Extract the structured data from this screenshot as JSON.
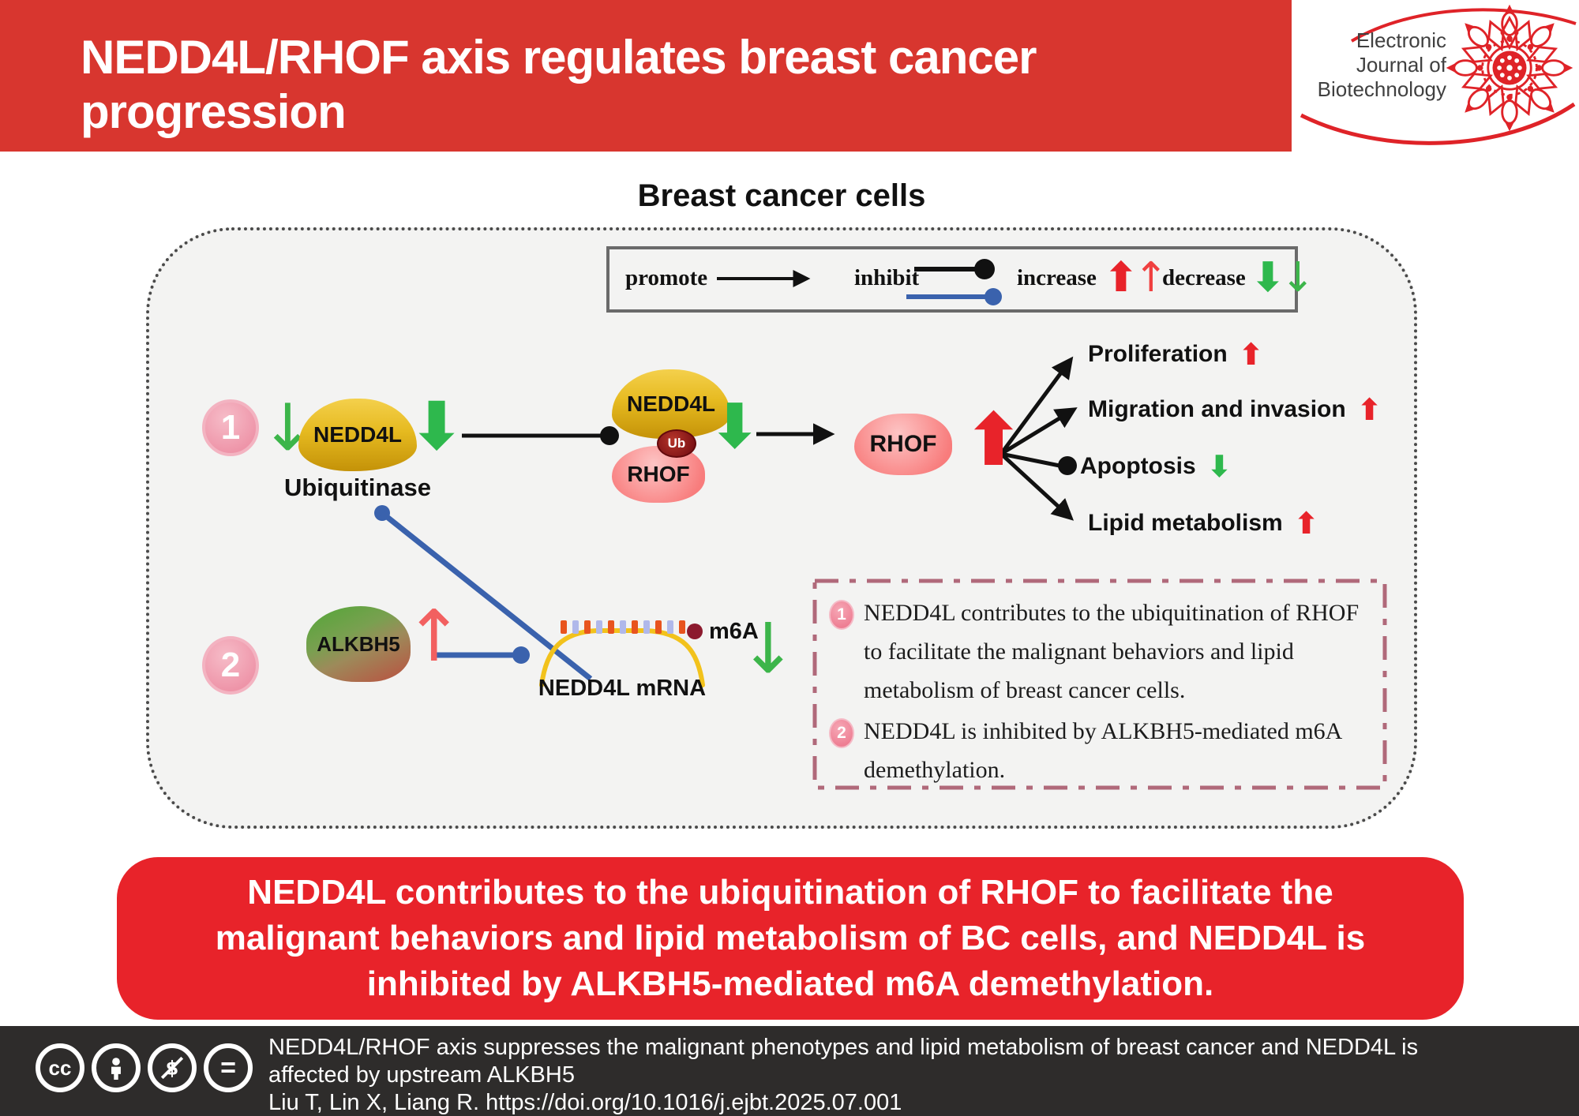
{
  "colors": {
    "banner_red": "#d8362f",
    "box_red": "#e8232a",
    "footer_bg": "#2e2c2b",
    "cell_bg": "#f3f3f2",
    "green_arrow": "#2eb84d",
    "red_arrow": "#e8232a",
    "blue_inhibit": "#3a62ad",
    "dashed_border": "#b0697a",
    "yellow_blob": "#e6ba20",
    "pink_blob": "#f87c7c",
    "ub_tag": "#7c1114",
    "m6a_dot": "#8c1a2e",
    "mrna_yellow": "#f2c21c"
  },
  "header": {
    "title": "NEDD4L/RHOF axis regulates breast cancer progression",
    "journal": {
      "line1": "Electronic",
      "line2": "Journal of",
      "line3": "Biotechnology"
    }
  },
  "diagram": {
    "title": "Breast cancer cells",
    "legend": {
      "promote": "promote",
      "inhibit": "inhibit",
      "increase": "increase",
      "decrease": "decrease"
    },
    "icons": {
      "arrow_up_solid": "⬆",
      "arrow_down_solid": "⬇",
      "arrow_up_thin": "↑",
      "arrow_down_thin": "↓",
      "cc": "cc",
      "nd": "="
    },
    "pathway1": {
      "badge": "1",
      "protein": "NEDD4L",
      "enzyme_label": "Ubiquitinase",
      "complex": {
        "top": "NEDD4L",
        "tag": "Ub",
        "bottom": "RHOF"
      },
      "target": "RHOF",
      "outcomes": [
        {
          "label": "Proliferation",
          "change": "increase"
        },
        {
          "label": "Migration and invasion",
          "change": "increase"
        },
        {
          "label": "Apoptosis",
          "change": "decrease"
        },
        {
          "label": "Lipid metabolism",
          "change": "increase"
        }
      ]
    },
    "pathway2": {
      "badge": "2",
      "protein": "ALKBH5",
      "mrna_label": "NEDD4L mRNA",
      "mark": "m6A"
    },
    "notes": [
      {
        "num": "1",
        "text": "NEDD4L contributes to the ubiquitination of RHOF to facilitate the malignant behaviors and lipid metabolism of breast cancer cells."
      },
      {
        "num": "2",
        "text": "NEDD4L is inhibited by ALKBH5-mediated m6A demethylation."
      }
    ]
  },
  "summary": {
    "lines": [
      "NEDD4L contributes to the ubiquitination of RHOF to facilitate the",
      "malignant behaviors and lipid metabolism of BC cells, and NEDD4L is",
      "inhibited by ALKBH5-mediated m6A demethylation."
    ]
  },
  "footer": {
    "lines": [
      "NEDD4L/RHOF axis suppresses the malignant phenotypes and lipid metabolism of breast cancer and NEDD4L is",
      "affected by upstream ALKBH5",
      "Liu T, Lin X, Liang R. https://doi.org/10.1016/j.ejbt.2025.07.001"
    ],
    "license": [
      "cc",
      "by",
      "nc",
      "nd"
    ]
  }
}
